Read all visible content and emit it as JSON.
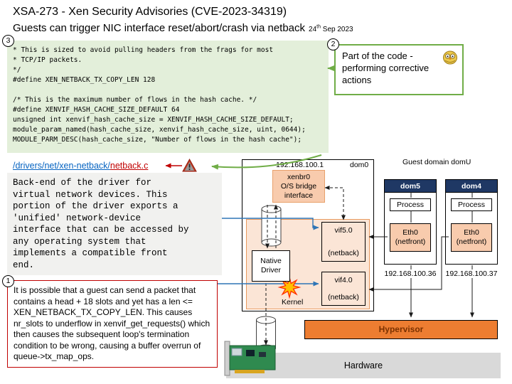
{
  "header": {
    "title": "XSA-273 - Xen Security Advisories (CVE-2023-34319)",
    "subtitle": "Guests can trigger NIC interface reset/abort/crash via netback",
    "date_day": "24",
    "date_sup": "th",
    "date_rest": " Sep 2023"
  },
  "callouts": {
    "c3": {
      "number": "3",
      "code": "* This is sized to avoid pulling headers from the frags for most\n* TCP/IP packets.\n*/\n#define XEN_NETBACK_TX_COPY_LEN 128\n\n/* This is the maximum number of flows in the hash cache. */\n#define XENVIF_HASH_CACHE_SIZE_DEFAULT 64\nunsigned int xenvif_hash_cache_size = XENVIF_HASH_CACHE_SIZE_DEFAULT;\nmodule_param_named(hash_cache_size, xenvif_hash_cache_size, uint, 0644);\nMODULE_PARM_DESC(hash_cache_size, \"Number of flows in the hash cache\");"
    },
    "c2": {
      "number": "2",
      "text": "Part of the code - performing corrective actions",
      "icon": "owl-icon"
    },
    "c1": {
      "number": "1",
      "text": "It is possible that a guest can send a packet that contains a head + 18 slots and yet has a len <= XEN_NETBACK_TX_COPY_LEN. This causes nr_slots to underflow in xenvif_get_requests() which then causes the subsequent loop's termination condition to be wrong, causing a buffer overrun of queue->tx_map_ops."
    }
  },
  "source": {
    "link_dir": "/drivers/net/xen-netback/",
    "link_file": "netback.c",
    "description": "Back-end of the driver for\nvirtual network devices. This\nportion of the driver exports a\n'unified' network-device\ninterface that can be accessed by\nany operating system that\nimplements a compatible front\nend."
  },
  "diagram": {
    "dom0": {
      "ip": "192.168.100.1",
      "label": "dom0",
      "bridge": "xenbr0\nO/S bridge\ninterface",
      "native_driver": "Native\nDriver",
      "vif5_name": "vif5.0",
      "vif5_type": "(netback)",
      "vif4_name": "vif4.0",
      "vif4_type": "(netback)",
      "kernel": "Kernel"
    },
    "guest_label": "Guest domain domU",
    "dom5": {
      "name": "dom5",
      "process": "Process",
      "eth": "Eth0\n(netfront)",
      "ip": "192.168.100.36"
    },
    "dom4": {
      "name": "dom4",
      "process": "Process",
      "eth": "Eth0\n(netfront)",
      "ip": "192.168.100.37"
    },
    "hypervisor": "Hypervisor",
    "hardware": "Hardware"
  },
  "colors": {
    "code_bg": "#e3efda",
    "accent_green": "#70ad47",
    "peach": "#f8cbad",
    "peach_light": "#fbe5d6",
    "orange": "#ed7d31",
    "navy_header": "#1f3864",
    "alert_red": "#c00000",
    "link_blue": "#0563c1",
    "connector_blue": "#2e75b6",
    "hardware_gray": "#d9d9d9"
  }
}
